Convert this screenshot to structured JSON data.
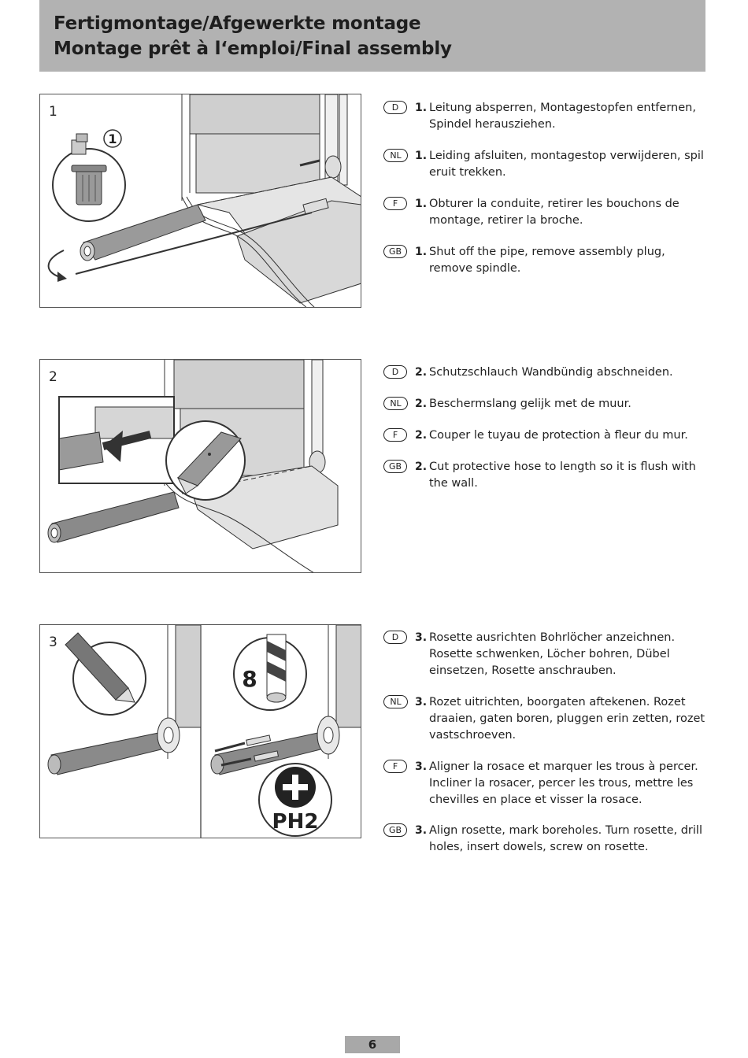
{
  "header": {
    "title_line1": "Fertigmontage/Afgewerkte montage",
    "title_line2": "Montage prêt à l‘emploi/Final assembly"
  },
  "steps": [
    {
      "number": "1",
      "callout_number": "1",
      "instructions": [
        {
          "lang": "D",
          "num": "1.",
          "text": "Leitung absperren, Montagestopfen entfernen, Spindel herausziehen."
        },
        {
          "lang": "NL",
          "num": "1.",
          "text": "Leiding afsluiten, montagestop verwijderen, spil eruit trekken."
        },
        {
          "lang": "F",
          "num": "1.",
          "text": "Obturer la conduite, retirer les bouchons de montage, retirer la broche."
        },
        {
          "lang": "GB",
          "num": "1.",
          "text": "Shut off the pipe, remove assembly plug, remove spindle."
        }
      ]
    },
    {
      "number": "2",
      "instructions": [
        {
          "lang": "D",
          "num": "2.",
          "text": "Schutzschlauch Wandbündig abschneiden."
        },
        {
          "lang": "NL",
          "num": "2.",
          "text": "Beschermslang gelijk met de muur."
        },
        {
          "lang": "F",
          "num": "2.",
          "text": "Couper le tuyau de protection à fleur du mur."
        },
        {
          "lang": "GB",
          "num": "2.",
          "text": "Cut protective hose to length so it is flush with the wall."
        }
      ]
    },
    {
      "number": "3",
      "drill_size": "8",
      "screwdriver": "PH2",
      "instructions": [
        {
          "lang": "D",
          "num": "3.",
          "text": "Rosette ausrichten Bohrlöcher anzeichnen. Rosette schwenken, Löcher bohren, Dübel einsetzen, Rosette anschrauben."
        },
        {
          "lang": "NL",
          "num": "3.",
          "text": "Rozet uitrichten, boorgaten aftekenen. Rozet draaien, gaten boren, pluggen erin zetten, rozet vastschroeven."
        },
        {
          "lang": "F",
          "num": "3.",
          "text": "Aligner la rosace et marquer les trous à percer. Incliner la rosacer, percer les trous, mettre les chevilles en place et visser la rosace."
        },
        {
          "lang": "GB",
          "num": "3.",
          "text": "Align rosette, mark boreholes. Turn rosette, drill holes, insert dowels, screw on rosette."
        }
      ]
    }
  ],
  "icons": {
    "trash": "trash-can-icon",
    "knife": "utility-knife-icon",
    "pencil": "pencil-icon",
    "drill": "drill-bit-icon",
    "screwdriver": "phillips-screwdriver-icon"
  },
  "colors": {
    "header_bg": "#b2b2b2",
    "wall_gray": "#cfcfcf",
    "pipe_gray": "#8a8a8a"
  },
  "page_number": "6"
}
